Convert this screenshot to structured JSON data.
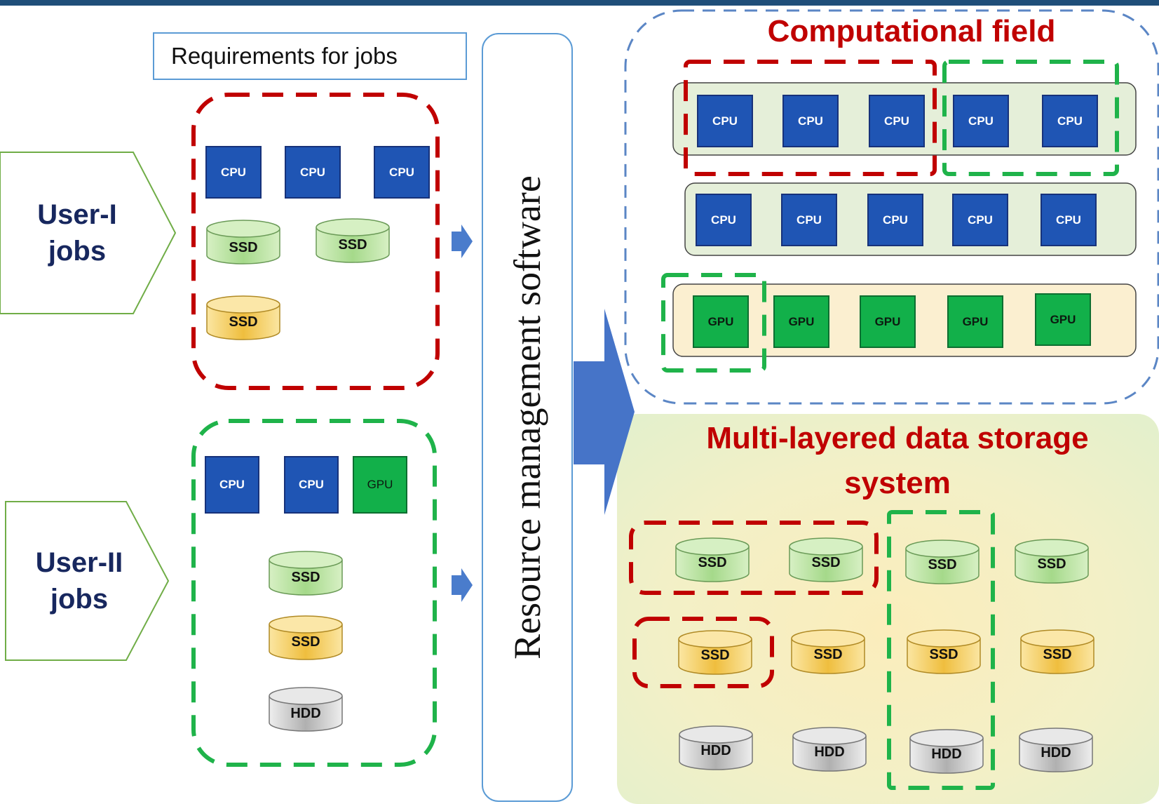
{
  "users": [
    {
      "label": "User-I\njobs"
    },
    {
      "label": "User-II\njobs"
    }
  ],
  "requirements_label": "Requirements for jobs",
  "resource_manager_label": "Resource management software",
  "computational_field": {
    "title": "Computational field",
    "rows": [
      [
        "CPU",
        "CPU",
        "CPU",
        "CPU",
        "CPU"
      ],
      [
        "CPU",
        "CPU",
        "CPU",
        "CPU",
        "CPU"
      ],
      [
        "GPU",
        "GPU",
        "GPU",
        "GPU",
        "GPU"
      ]
    ]
  },
  "storage": {
    "title_line1": "Multi-layered data storage",
    "title_line2": "system",
    "rows": [
      [
        "SSD",
        "SSD",
        "SSD",
        "SSD"
      ],
      [
        "SSD",
        "SSD",
        "SSD",
        "SSD"
      ],
      [
        "HDD",
        "HDD",
        "HDD",
        "HDD"
      ]
    ]
  },
  "user1_requirements": {
    "cpus": [
      "CPU",
      "CPU",
      "CPU"
    ],
    "disks": [
      "SSD",
      "SSD",
      "SSD"
    ]
  },
  "user2_requirements": {
    "chips": [
      "CPU",
      "CPU",
      "GPU"
    ],
    "disks": [
      "SSD",
      "SSD",
      "HDD"
    ]
  },
  "colors": {
    "cpu": "#1f55b4",
    "gpu": "#12b04a",
    "ssd_green": "#a9d88f",
    "ssd_yellow": "#f0c44c",
    "hdd_gray": "#bdbdbd",
    "user1_group": "#c00000",
    "user2_group": "#1fb34a",
    "heading": "#c00000"
  }
}
